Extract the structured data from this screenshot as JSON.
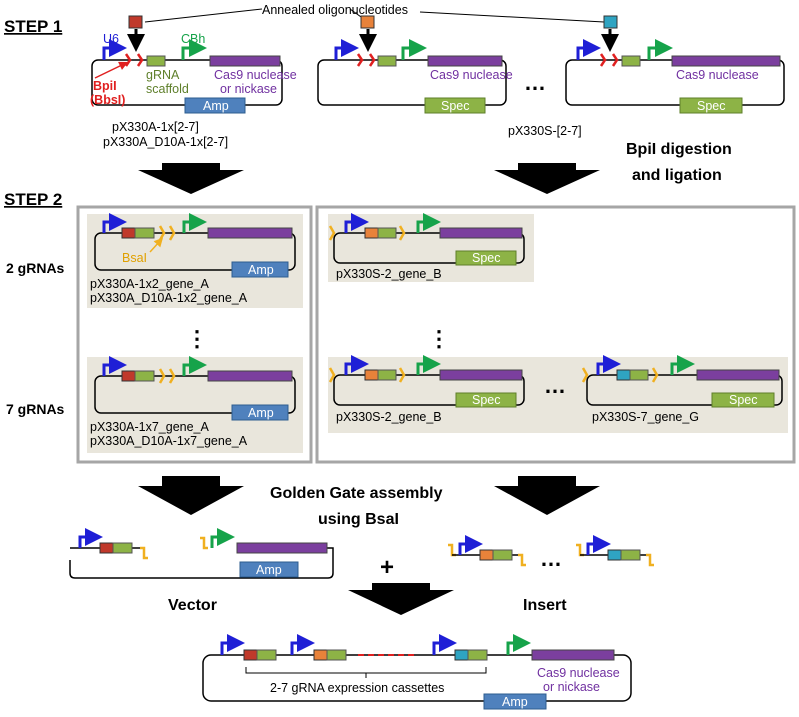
{
  "colors": {
    "u6_arrow": "#1f1fd6",
    "cbh_arrow": "#16a34a",
    "bpi_site": "#e02020",
    "bsa_site": "#f0b020",
    "grna_scaffold": "#8db346",
    "cas9": "#7b3f9e",
    "resistance": "#4f81bd",
    "spec": "#8db346",
    "oligo_red": "#c0392b",
    "oligo_orange": "#e8823a",
    "oligo_teal": "#2fa4c2",
    "panel_bg": "#e9e6dc",
    "box_border": "#a6a6a6"
  },
  "step1": {
    "title": "STEP 1",
    "annealed_label": "Annealed oligonucleotides",
    "u6_label": "U6",
    "cbh_label": "CBh",
    "bpi_label_1": "BpiI",
    "bpi_label_2": "(BbsI)",
    "scaffold_label_1": "gRNA",
    "scaffold_label_2": "scaffold",
    "cas9_label_1": "Cas9 nuclease",
    "cas9_label_2": "or nickase",
    "cas9_only": "Cas9 nuclease",
    "amp": "Amp",
    "spec": "Spec",
    "plasmid_a_1": "pX330A-1x[2-7]",
    "plasmid_a_2": "pX330A_D10A-1x[2-7]",
    "plasmid_s": "pX330S-[2-7]",
    "ellipsis": "…",
    "digest_1": "BpiI digestion",
    "digest_2": "and ligation"
  },
  "step2": {
    "title": "STEP 2",
    "row_2": "2 gRNAs",
    "row_7": "7 gRNAs",
    "bsai_label": "BsaI",
    "a2_1": "pX330A-1x2_gene_A",
    "a2_2": "pX330A_D10A-1x2_gene_A",
    "a7_1": "pX330A-1x7_gene_A",
    "a7_2": "pX330A_D10A-1x7_gene_A",
    "s2": "pX330S-2_gene_B",
    "s2b": "pX330S-2_gene_B",
    "s7": "pX330S-7_gene_G",
    "vdots": "⋮"
  },
  "assembly": {
    "title_1": "Golden Gate assembly",
    "title_2": "using BsaI",
    "plus": "+",
    "vector": "Vector",
    "insert": "Insert",
    "cassettes": "2-7 gRNA expression cassettes"
  }
}
